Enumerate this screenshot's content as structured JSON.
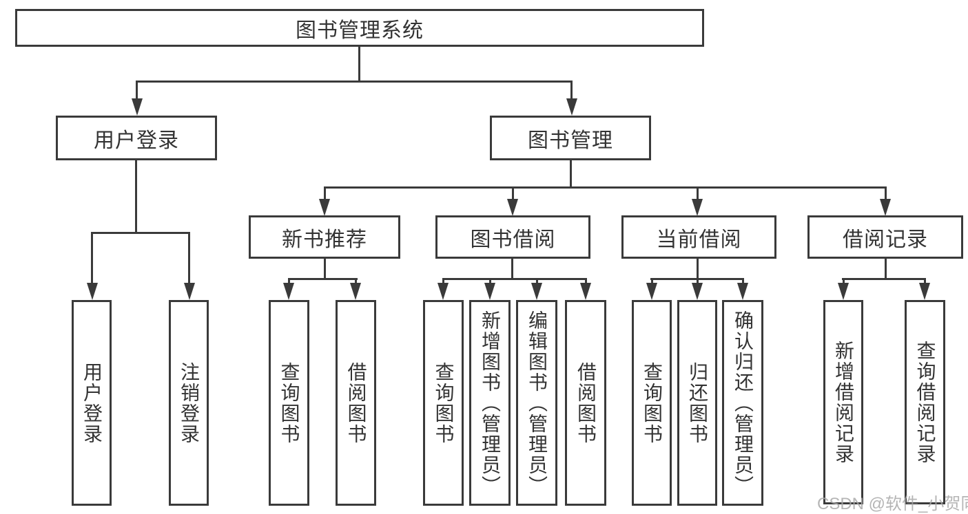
{
  "diagram_type": "hierarchy-flowchart",
  "nodes": {
    "root": "图书管理系统",
    "user_login": "用户登录",
    "book_mgmt": "图书管理",
    "new_book_rec": "新书推荐",
    "book_borrow": "图书借阅",
    "current_borrow": "当前借阅",
    "borrow_records": "借阅记录",
    "leaf_user_login": "用户登录",
    "leaf_logout": "注销登录",
    "leaf_query_book_rec": "查询图书",
    "leaf_borrow_book_rec": "借阅图书",
    "leaf_query_book_borrow": "查询图书",
    "leaf_add_book": "新增图书（管理员）",
    "leaf_edit_book": "编辑图书（管理员）",
    "leaf_borrow_book_borrow": "借阅图书",
    "leaf_query_book_current": "查询图书",
    "leaf_return_book": "归还图书",
    "leaf_confirm_return": "确认归还（管理员）",
    "leaf_add_record": "新增借阅记录",
    "leaf_query_record": "查询借阅记录"
  },
  "watermark": "CSDN @软件_小贺同学",
  "colors": {
    "line": "#3a3a3a",
    "text": "#333333",
    "background": "#ffffff",
    "watermark": "#a8a8a8"
  }
}
